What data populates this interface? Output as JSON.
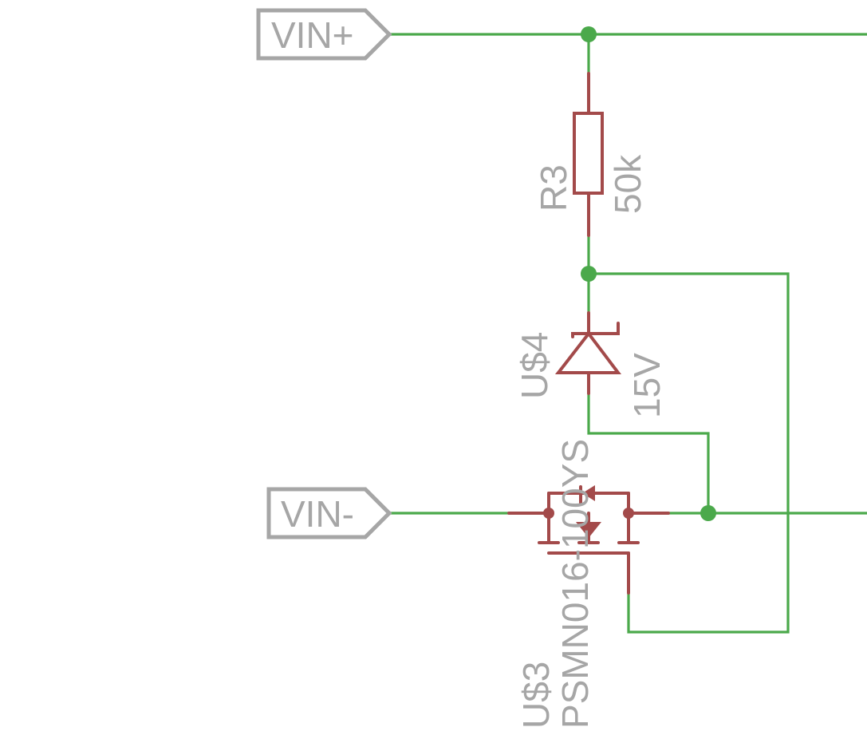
{
  "colors": {
    "net": "#4ba94b",
    "part": "#a34a4a",
    "label": "#a6a6a6",
    "background": "#ffffff"
  },
  "ports": {
    "vin_plus": "VIN+",
    "vin_minus": "VIN-"
  },
  "components": {
    "r3": {
      "name": "R3",
      "value": "50k"
    },
    "u4": {
      "name": "U$4",
      "value": "15V"
    },
    "u3": {
      "name": "U$3",
      "value": "PSMN016-100YS"
    }
  }
}
